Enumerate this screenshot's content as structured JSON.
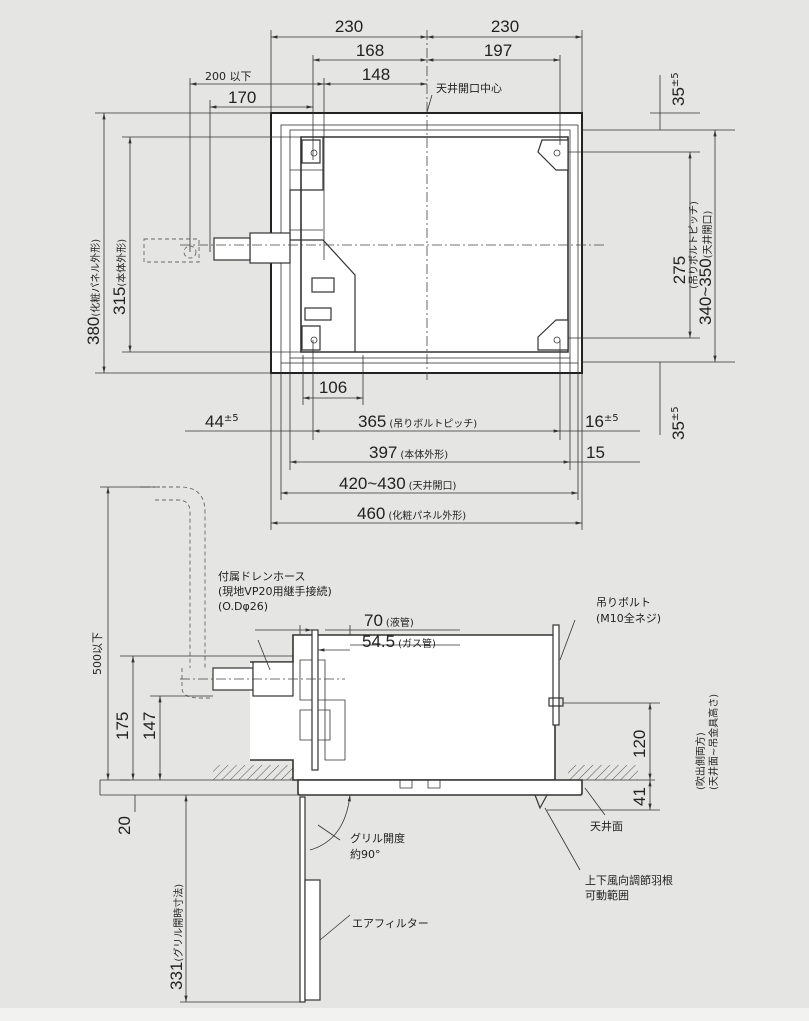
{
  "top_view": {
    "dim_230_left": "230",
    "dim_230_right": "230",
    "dim_168": "168",
    "dim_197": "197",
    "dim_148": "148",
    "dim_200": "200 以下",
    "dim_170": "170",
    "center_label": "天井開口中心",
    "dim_35_top": "35",
    "dim_35_top_tol": "±5",
    "dim_380": "380",
    "dim_380_note": "(化粧パネル外形)",
    "dim_315": "315",
    "dim_315_note": "(本体外形)",
    "dim_275": "275",
    "dim_275_note": "(吊りボルトピッチ)",
    "dim_340": "340~350",
    "dim_340_note": "(天井開口)",
    "dim_106": "106",
    "dim_44": "44",
    "dim_44_tol": "±5",
    "dim_365": "365",
    "dim_365_note": "(吊りボルトピッチ)",
    "dim_16": "16",
    "dim_16_tol": "±5",
    "dim_35_bottom": "35",
    "dim_35_bottom_tol": "±5",
    "dim_397": "397",
    "dim_397_note": "(本体外形)",
    "dim_15": "15",
    "dim_420": "420~430",
    "dim_420_note": "(天井開口)",
    "dim_460": "460",
    "dim_460_note": "(化粧パネル外形)"
  },
  "side_view": {
    "hose_label_1": "付属ドレンホース",
    "hose_label_2": "(現地VP20用継手接続)",
    "hose_label_3": "(O.Dφ26)",
    "dim_70": "70",
    "dim_70_note": "(液管)",
    "dim_545": "54.5",
    "dim_545_note": "(ガス管)",
    "bolt_label_1": "吊りボルト",
    "bolt_label_2": "(M10全ネジ)",
    "dim_500": "500以下",
    "dim_175": "175",
    "dim_147": "147",
    "dim_20": "20",
    "dim_120": "120",
    "dim_120_note_1": "(吹出側両方)",
    "dim_120_note_2": "(天井面~吊金具高さ)",
    "dim_41": "41",
    "ceiling_label": "天井面",
    "grille_label_1": "グリル開度",
    "grille_label_2": "約90°",
    "louver_label_1": "上下風向調節羽根",
    "louver_label_2": "可動範囲",
    "dim_331": "331",
    "dim_331_note": "(グリル開時寸法)",
    "filter_label": "エアフィルター"
  }
}
